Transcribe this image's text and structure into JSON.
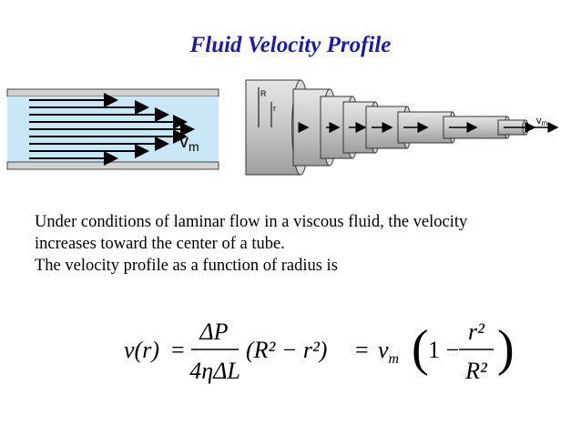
{
  "slide": {
    "title": "Fluid Velocity Profile",
    "paragraphs": [
      "Under conditions of laminar flow in a viscous fluid, the velocity",
      "increases toward the center of a tube.",
      "The velocity profile as a function of radius is"
    ]
  },
  "figure_left": {
    "velocity_label": "v",
    "velocity_subscript": "m",
    "tube_color": "#c9e7f7",
    "wall_color": "#d3d3d3"
  },
  "figure_right": {
    "outer_radius_label": "R",
    "inner_radius_label": "r",
    "velocity_label": "v",
    "velocity_subscript": "m",
    "cylinder_color": "#c7c7c7"
  },
  "equation": {
    "lhs": "v(r)",
    "eq1": "=",
    "frac1_num": "ΔP",
    "frac1_den": "4ηΔL",
    "paren_term": "(R² − r²)",
    "eq2": "=",
    "vm": "v",
    "vm_sub": "m",
    "one_minus": "1 −",
    "frac2_num": "r²",
    "frac2_den": "R²"
  },
  "colors": {
    "title": "#1f1aa6",
    "text": "#000000"
  }
}
